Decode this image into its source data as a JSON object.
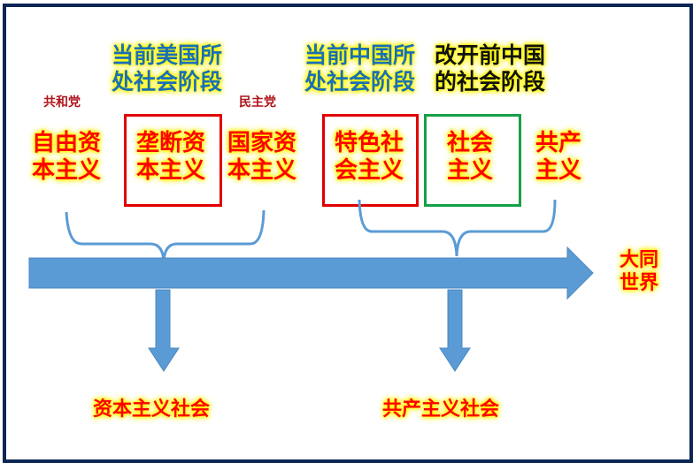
{
  "colors": {
    "frame": "#0b2653",
    "arrow": "#5b9bd5",
    "red_text": "#ff0000",
    "blue_text": "#1a6fb6",
    "glow": "#ffff00",
    "red_box": "#e00000",
    "green_box": "#15a048"
  },
  "headers": {
    "us_stage": [
      "当前美国所",
      "处社会阶段"
    ],
    "china_stage": [
      "当前中国所",
      "处社会阶段"
    ],
    "pre_reform": [
      "改开前中国",
      "的社会阶段"
    ]
  },
  "parties": {
    "republican": "共和党",
    "democratic": "民主党"
  },
  "stages": [
    {
      "line1": "自由资",
      "line2": "本主义",
      "box": "none"
    },
    {
      "line1": "垄断资",
      "line2": "本主义",
      "box": "red"
    },
    {
      "line1": "国家资",
      "line2": "本主义",
      "box": "none"
    },
    {
      "line1": "特色社",
      "line2": "会主义",
      "box": "red"
    },
    {
      "line1": "社会",
      "line2": "主义",
      "box": "green"
    },
    {
      "line1": "共产",
      "line2": "主义",
      "box": "none"
    }
  ],
  "endpoint": [
    "大同",
    "世界"
  ],
  "outcomes": {
    "capitalist": "资本主义社会",
    "communist": "共产主义社会"
  }
}
